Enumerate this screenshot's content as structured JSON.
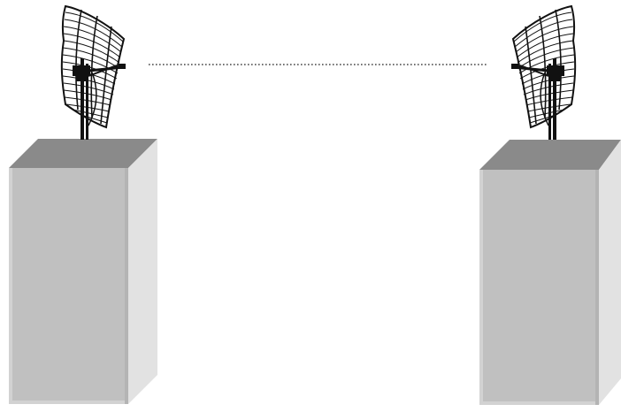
{
  "diagram": {
    "nodes": [
      {
        "id": "left",
        "antenna_icon": "grid-parabolic-antenna-icon",
        "facing": "right"
      },
      {
        "id": "right",
        "antenna_icon": "grid-parabolic-antenna-icon",
        "facing": "left"
      }
    ],
    "link": {
      "from": "left",
      "to": "right",
      "line_style": "dotted",
      "line_color": "#444444"
    },
    "colors": {
      "building_front": "#c0c0c0",
      "building_top": "#8a8a8a",
      "building_side": "#e2e2e2",
      "building_edge": "#d2d2d2",
      "antenna_ink": "#111111"
    }
  }
}
